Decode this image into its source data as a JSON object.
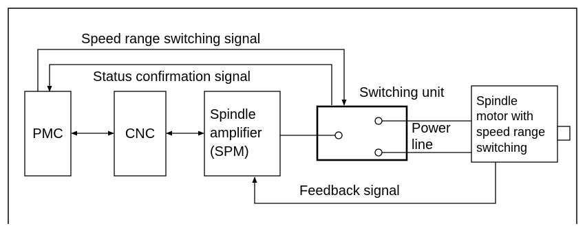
{
  "signals": {
    "speed_range": "Speed range switching signal",
    "status_confirmation": "Status confirmation signal",
    "feedback": "Feedback signal"
  },
  "blocks": {
    "pmc": "PMC",
    "cnc": "CNC",
    "spm": [
      "Spindle",
      "amplifier",
      "(SPM)"
    ],
    "switching_unit": "Switching unit",
    "spindle_motor": [
      "Spindle",
      "motor with",
      "speed range",
      "switching"
    ]
  },
  "power_line": [
    "Power",
    "line"
  ],
  "colors": {
    "line": "#000000",
    "background": "#ffffff"
  }
}
